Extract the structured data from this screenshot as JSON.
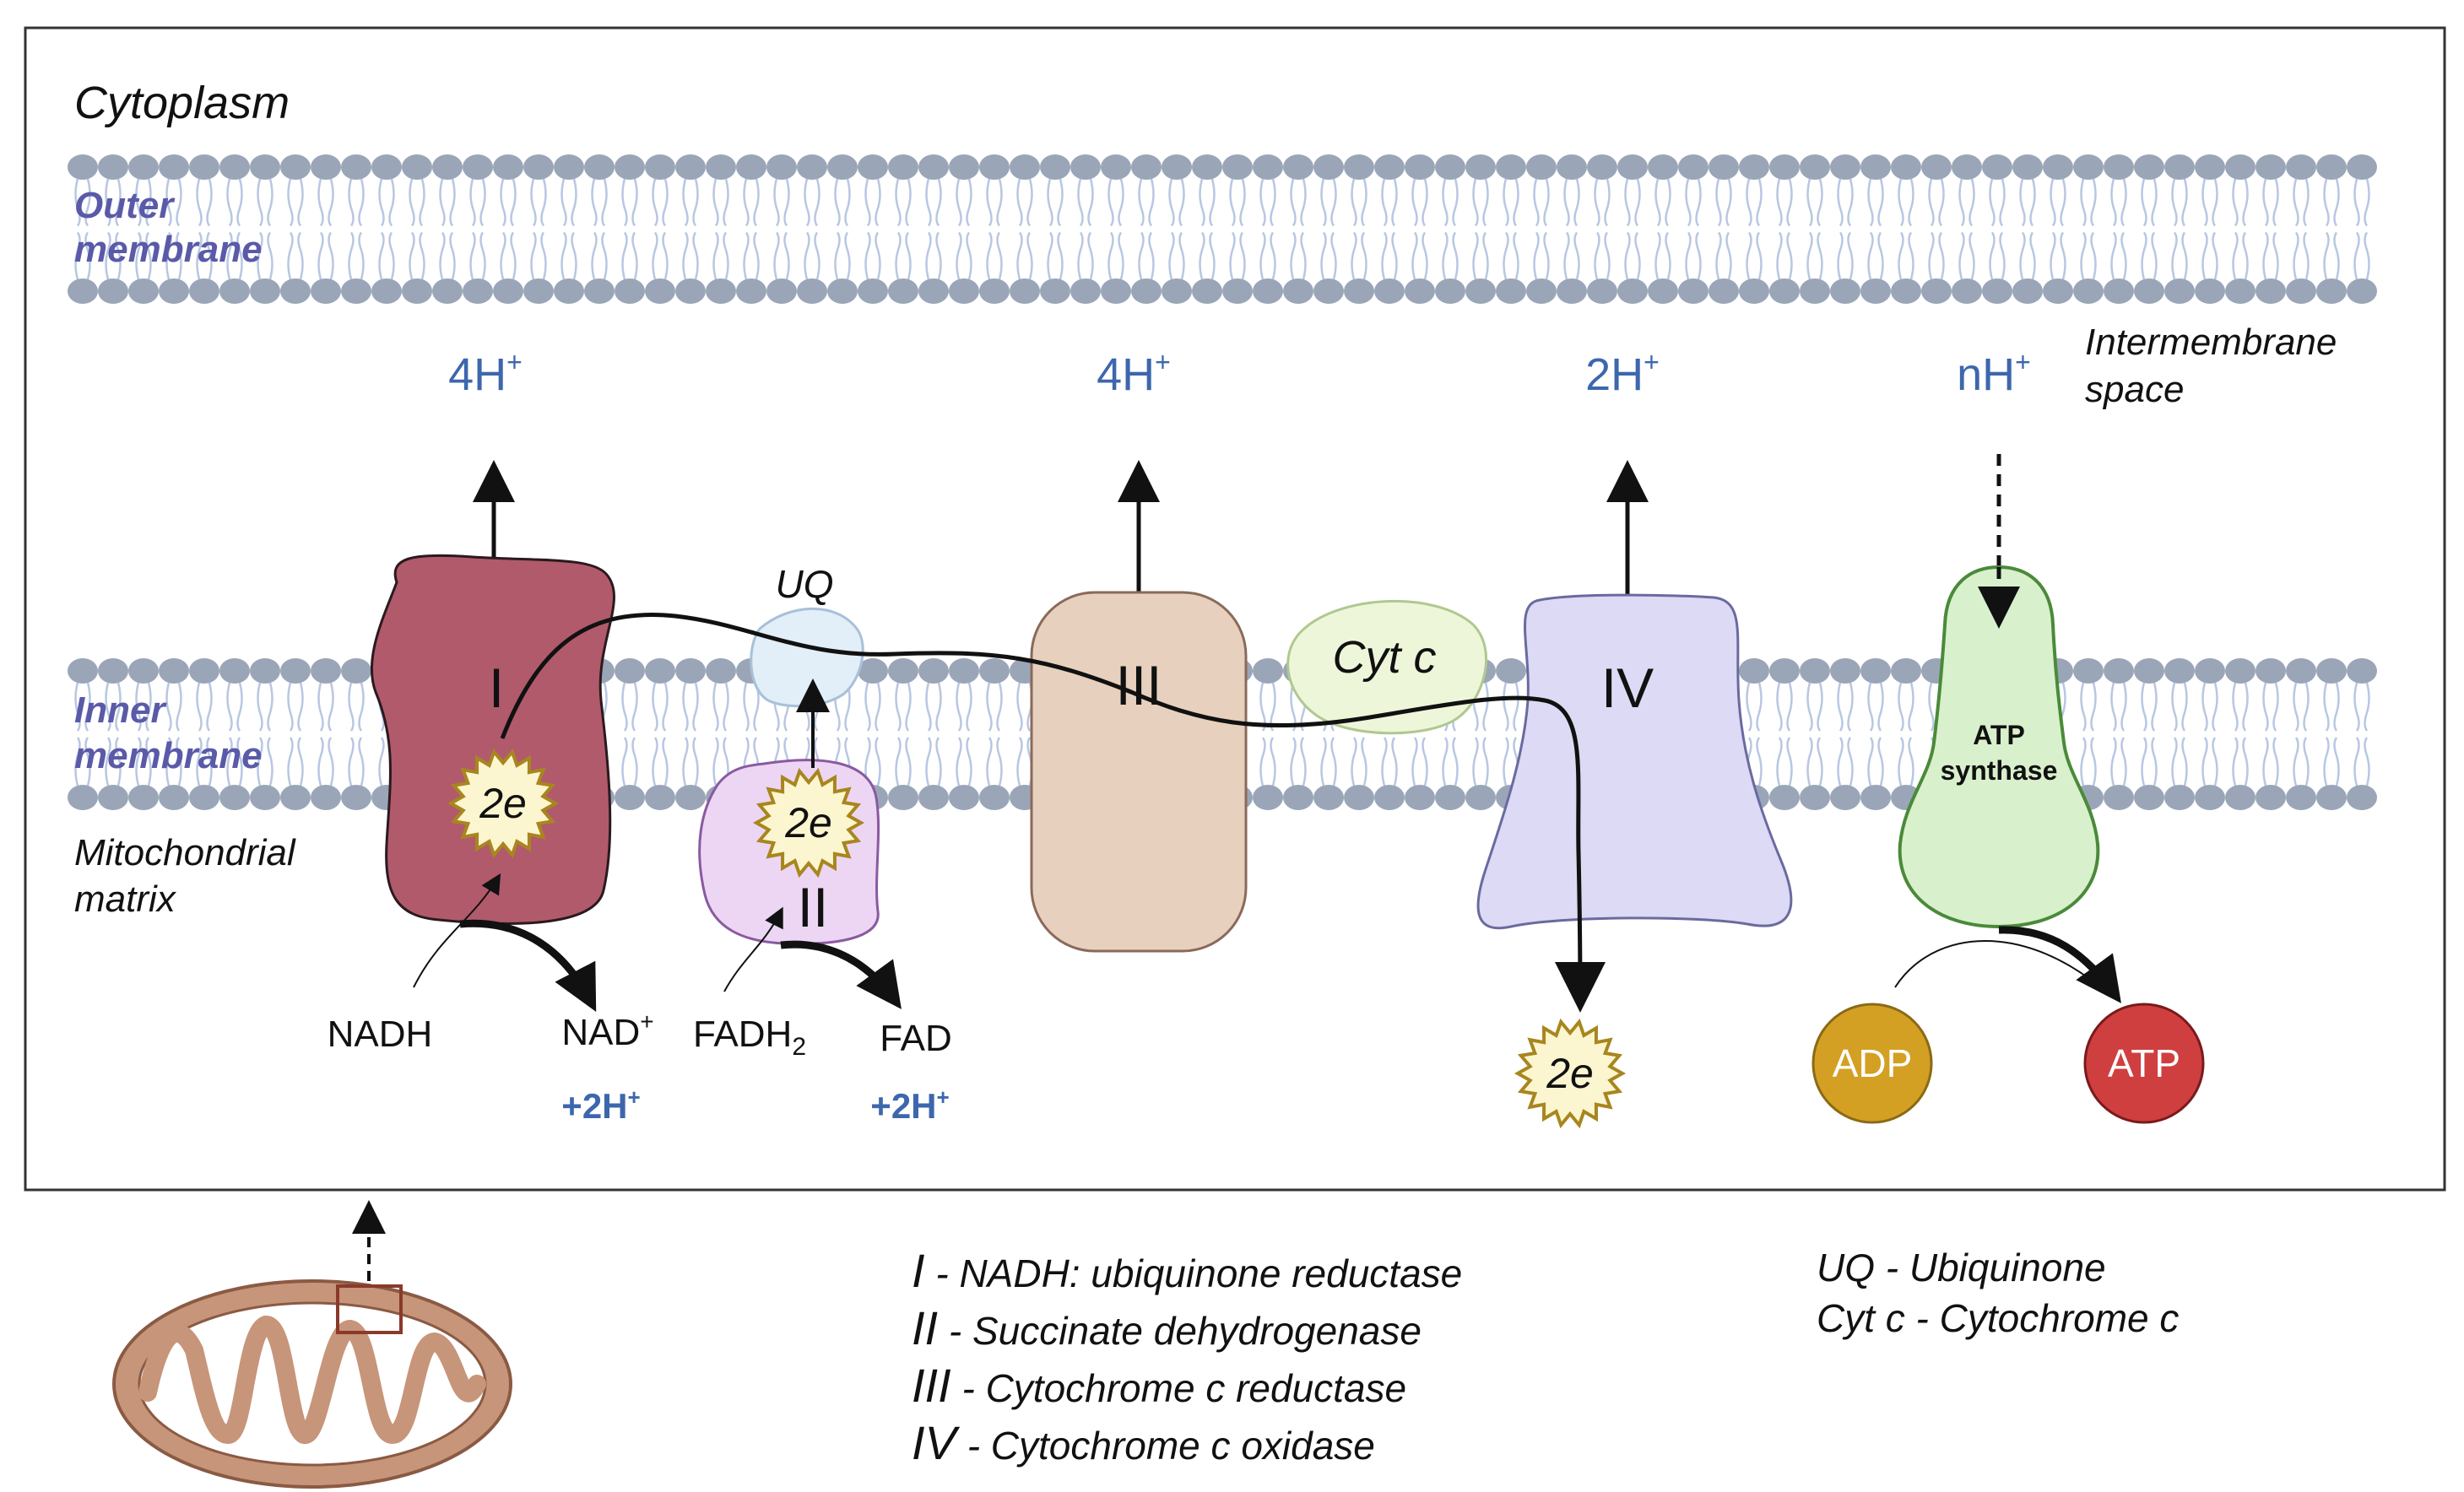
{
  "regions": {
    "cytoplasm": "Cytoplasm",
    "outer_membrane": [
      "Outer",
      "membrane"
    ],
    "inner_membrane": [
      "Inner",
      "membrane"
    ],
    "intermembrane_space": [
      "Intermembrane",
      "space"
    ],
    "matrix": [
      "Mitochondrial",
      "matrix"
    ]
  },
  "complexes": {
    "c1": "I",
    "c2": "II",
    "c3": "III",
    "c4": "IV",
    "uq": "UQ",
    "cytc": "Cyt c",
    "atp_synthase": [
      "ATP",
      "synthase"
    ]
  },
  "electrons": "2e",
  "protons": {
    "c1": "4H",
    "c3": "4H",
    "c4": "2H",
    "atp": "nH",
    "sup": "+",
    "matrix_release_1": "+2H",
    "matrix_release_2": "+2H"
  },
  "substrates": {
    "nadh": "NADH",
    "nad": "NAD",
    "nad_sup": "+",
    "fadh": "FADH",
    "fadh_sub": "2",
    "fad": "FAD",
    "adp": "ADP",
    "atp": "ATP"
  },
  "legend": {
    "left": [
      {
        "num": "I",
        "text": " - NADH: ubiquinone reductase"
      },
      {
        "num": "II",
        "text": " - Succinate dehydrogenase"
      },
      {
        "num": "III",
        "text": " - Cytochrome c reductase"
      },
      {
        "num": "IV",
        "text": " - Cytochrome c oxidase"
      }
    ],
    "right": [
      "UQ - Ubiquinone",
      "Cyt c - Cytochrome c"
    ]
  },
  "colors": {
    "membrane_head": "#9aa6b8",
    "membrane_tail": "#b8c7e2",
    "complex_I": "#b15a6c",
    "complex_II": "#ecd6f4",
    "complex_III": "#e7d1be",
    "complex_IV": "#dcdaf4",
    "uq": "#e2eef8",
    "cytc": "#eef6da",
    "atp_synthase": "#d8f0cc",
    "adp": "#d4a023",
    "atp": "#cf3f40",
    "proton_text": "#3d67ad",
    "mitochondrion": "#c79579"
  }
}
